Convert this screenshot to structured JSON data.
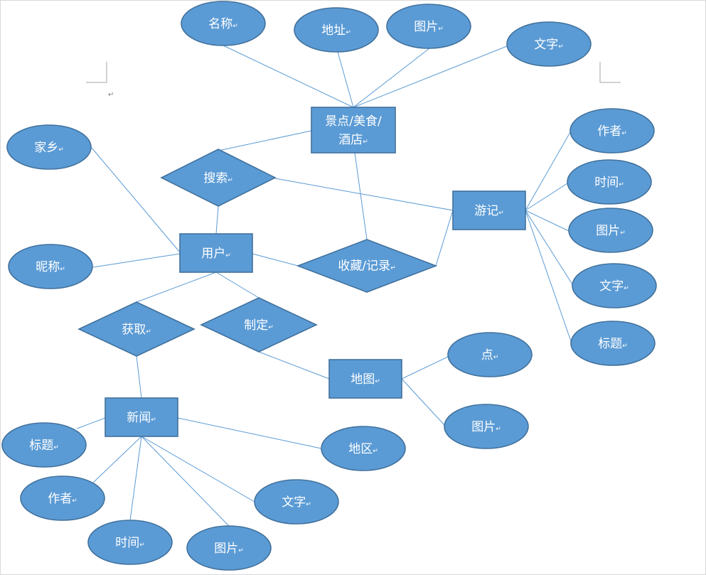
{
  "colors": {
    "fill": "#5b9bd5",
    "stroke": "#41719c",
    "line": "#5b9bd5",
    "text": "#ffffff"
  },
  "paragraph_mark": "↵",
  "nodes": {
    "poi": {
      "lines": [
        "景点/美食/",
        "酒店"
      ]
    },
    "name": {
      "lines": [
        "名称"
      ]
    },
    "address": {
      "lines": [
        "地址"
      ]
    },
    "poi_pic": {
      "lines": [
        "图片"
      ]
    },
    "poi_text": {
      "lines": [
        "文字"
      ]
    },
    "hometown": {
      "lines": [
        "家乡"
      ]
    },
    "search": {
      "lines": [
        "搜索"
      ]
    },
    "user": {
      "lines": [
        "用户"
      ]
    },
    "nickname": {
      "lines": [
        "昵称"
      ]
    },
    "collect": {
      "lines": [
        "收藏/记录"
      ]
    },
    "travel": {
      "lines": [
        "游记"
      ]
    },
    "tr_author": {
      "lines": [
        "作者"
      ]
    },
    "tr_time": {
      "lines": [
        "时间"
      ]
    },
    "tr_pic": {
      "lines": [
        "图片"
      ]
    },
    "tr_text": {
      "lines": [
        "文字"
      ]
    },
    "tr_title": {
      "lines": [
        "标题"
      ]
    },
    "get": {
      "lines": [
        "获取"
      ]
    },
    "make": {
      "lines": [
        "制定"
      ]
    },
    "map": {
      "lines": [
        "地图"
      ]
    },
    "point": {
      "lines": [
        "点"
      ]
    },
    "map_pic": {
      "lines": [
        "图片"
      ]
    },
    "news": {
      "lines": [
        "新闻"
      ]
    },
    "n_title": {
      "lines": [
        "标题"
      ]
    },
    "n_author": {
      "lines": [
        "作者"
      ]
    },
    "n_time": {
      "lines": [
        "时间"
      ]
    },
    "n_pic": {
      "lines": [
        "图片"
      ]
    },
    "n_text": {
      "lines": [
        "文字"
      ]
    },
    "n_region": {
      "lines": [
        "地区"
      ]
    }
  },
  "edges": [
    [
      "name",
      "poi"
    ],
    [
      "address",
      "poi"
    ],
    [
      "poi_pic",
      "poi"
    ],
    [
      "poi_text",
      "poi"
    ],
    [
      "poi",
      "search"
    ],
    [
      "poi",
      "collect"
    ],
    [
      "search",
      "user"
    ],
    [
      "search",
      "travel"
    ],
    [
      "hometown",
      "user"
    ],
    [
      "nickname",
      "user"
    ],
    [
      "user",
      "collect"
    ],
    [
      "collect",
      "travel"
    ],
    [
      "travel",
      "tr_author"
    ],
    [
      "travel",
      "tr_time"
    ],
    [
      "travel",
      "tr_pic"
    ],
    [
      "travel",
      "tr_text"
    ],
    [
      "travel",
      "tr_title"
    ],
    [
      "user",
      "get"
    ],
    [
      "user",
      "make"
    ],
    [
      "get",
      "news"
    ],
    [
      "make",
      "map"
    ],
    [
      "map",
      "point"
    ],
    [
      "map",
      "map_pic"
    ],
    [
      "news",
      "n_title"
    ],
    [
      "news",
      "n_author"
    ],
    [
      "news",
      "n_time"
    ],
    [
      "news",
      "n_pic"
    ],
    [
      "news",
      "n_text"
    ],
    [
      "news",
      "n_region"
    ]
  ]
}
